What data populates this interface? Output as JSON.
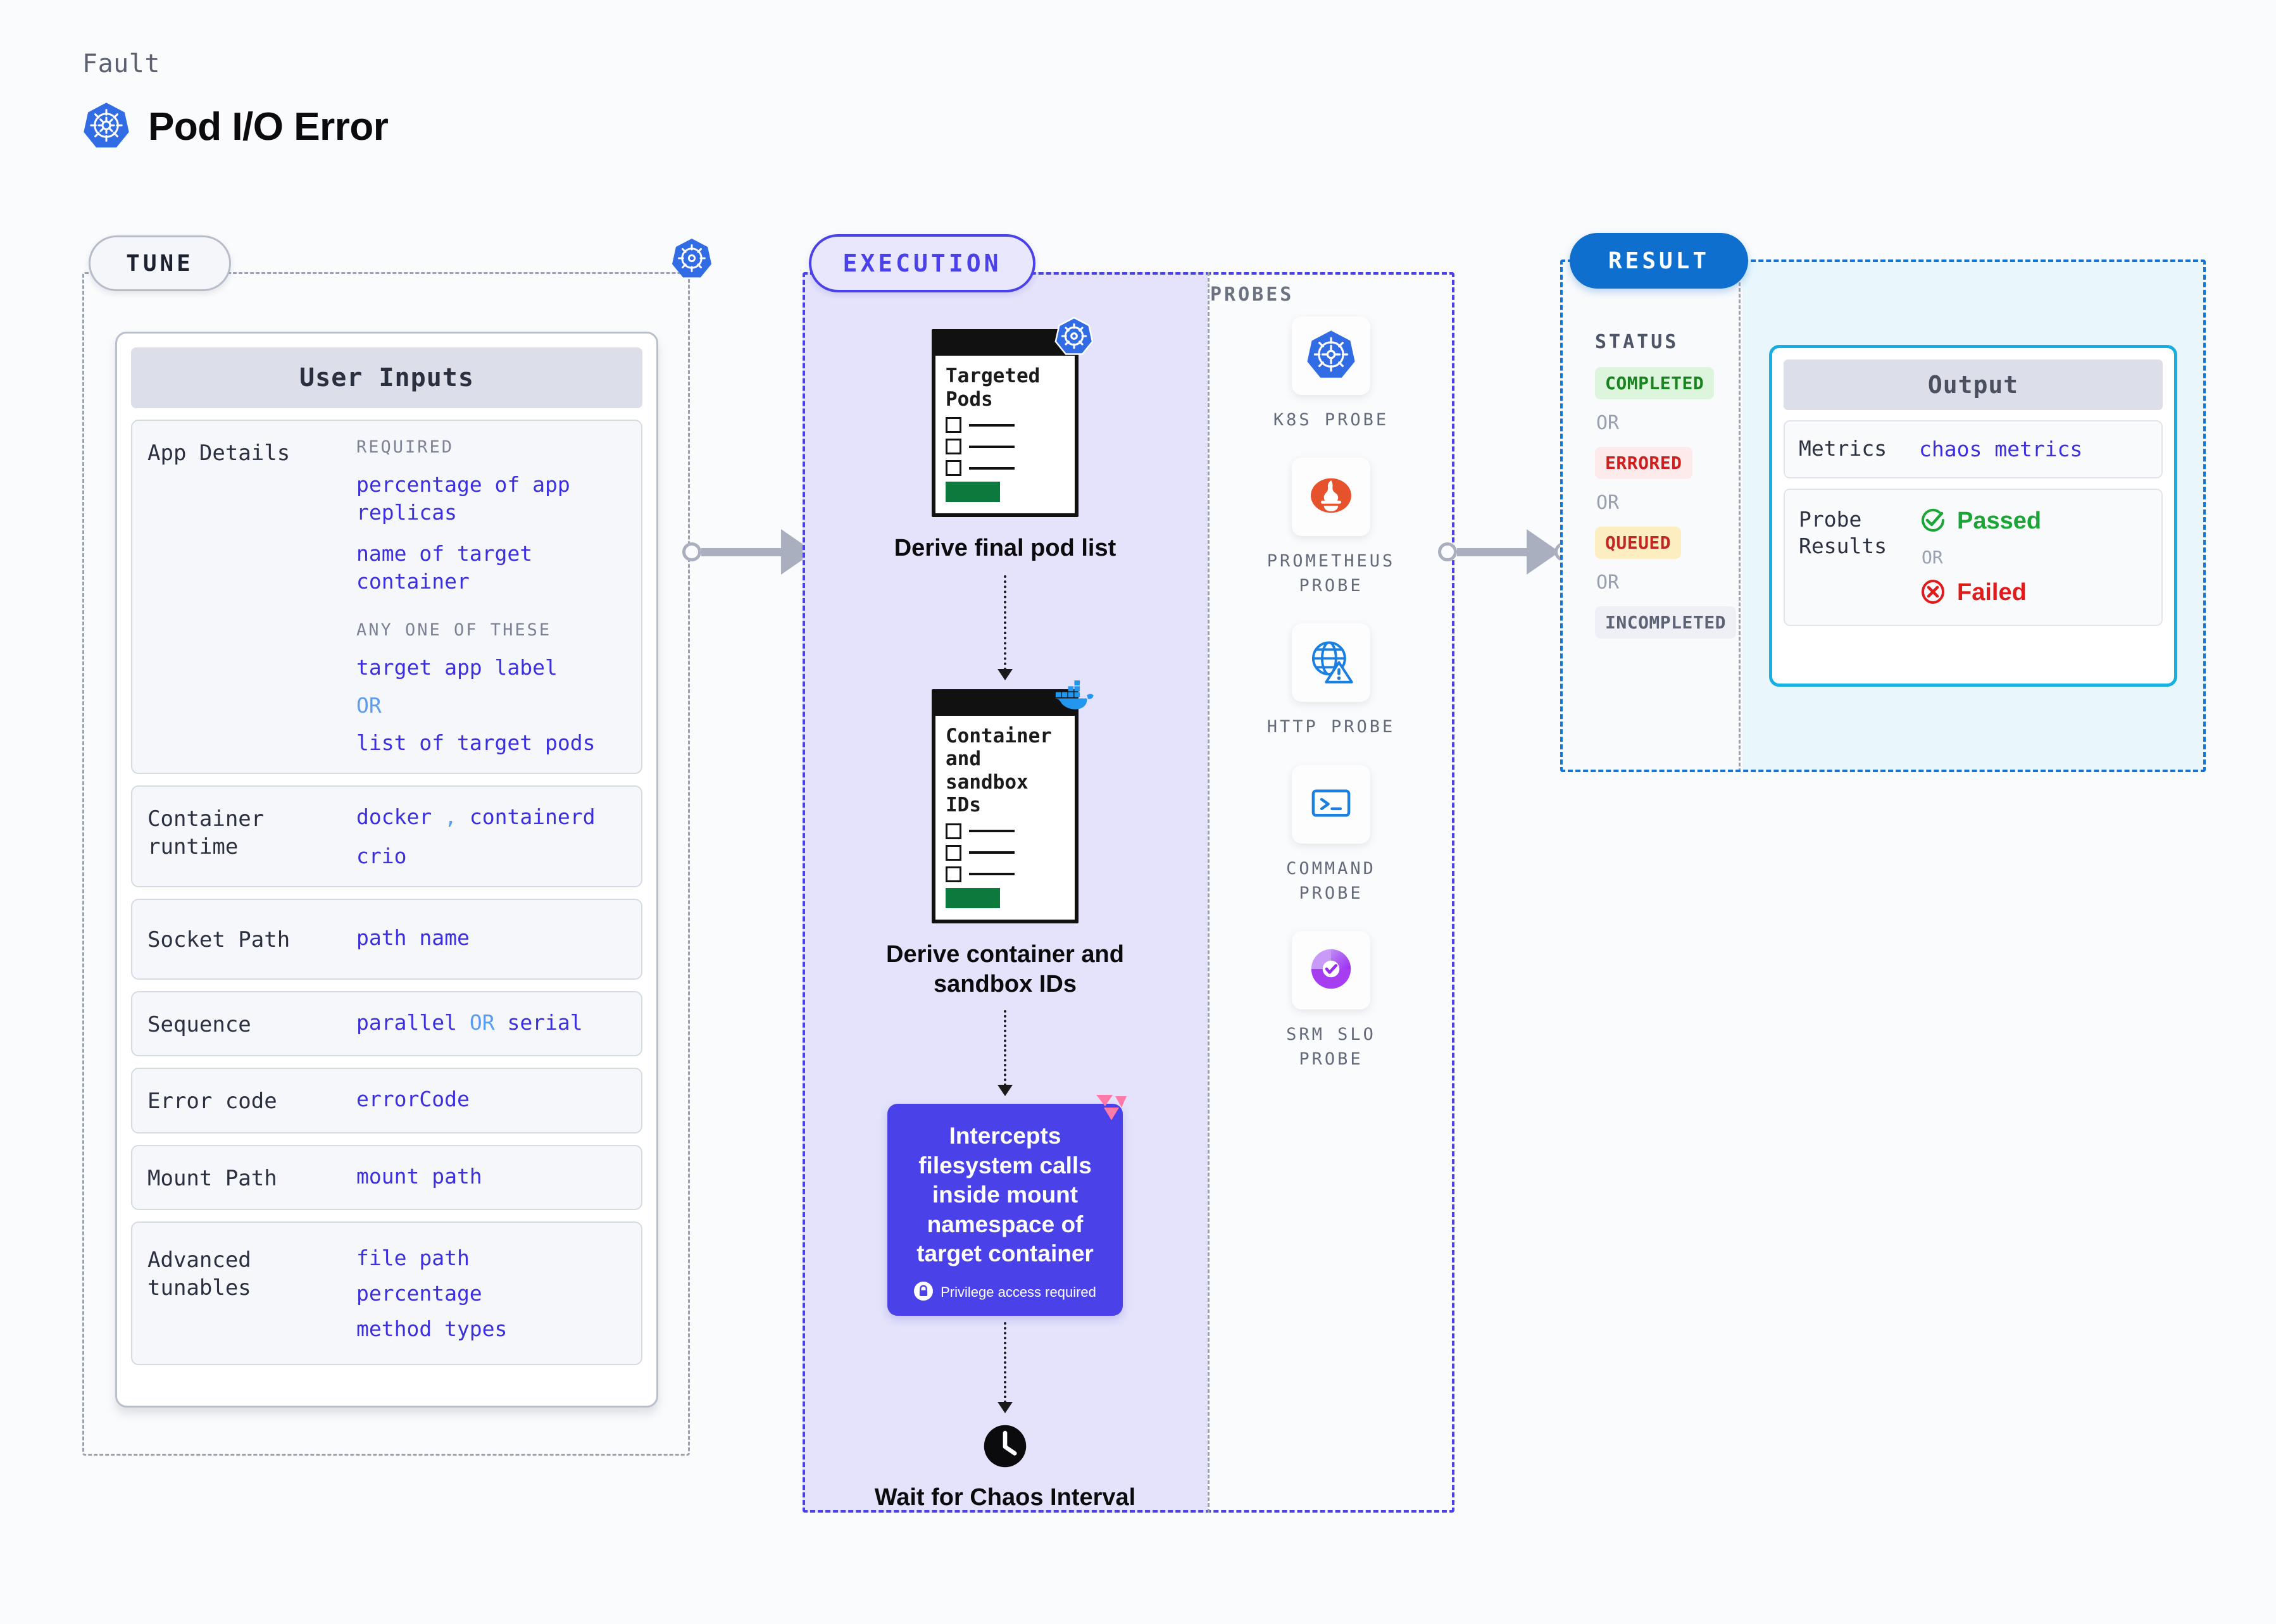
{
  "header": {
    "eyebrow": "Fault",
    "title": "Pod I/O Error",
    "icon": "kubernetes-icon"
  },
  "tune": {
    "pill_label": "TUNE",
    "card_title": "User Inputs",
    "rows": [
      {
        "label": "App Details",
        "groups": [
          {
            "head": "REQUIRED",
            "values": [
              "percentage of app replicas",
              "name of target container"
            ]
          },
          {
            "head": "ANY ONE OF THESE",
            "values": [
              "target app label",
              "OR",
              "list of target pods"
            ]
          }
        ]
      },
      {
        "label": "Container runtime",
        "values": [
          "docker",
          ",",
          "containerd",
          "crio"
        ]
      },
      {
        "label": "Socket Path",
        "values": [
          "path name"
        ]
      },
      {
        "label": "Sequence",
        "values": [
          "parallel",
          "OR",
          "serial"
        ]
      },
      {
        "label": "Error code",
        "values": [
          "errorCode"
        ]
      },
      {
        "label": "Mount Path",
        "values": [
          "mount path"
        ]
      },
      {
        "label": "Advanced tunables",
        "values": [
          "file path",
          "percentage",
          "method types"
        ]
      }
    ]
  },
  "execution": {
    "pill_label": "EXECUTION",
    "steps": [
      {
        "card_title": "Targeted Pods",
        "badge_icon": "kubernetes-icon",
        "caption": "Derive final pod list"
      },
      {
        "card_title": "Container and sandbox IDs",
        "badge_icon": "docker-icon",
        "caption": "Derive container and sandbox IDs"
      }
    ],
    "action_node": {
      "text": "Intercepts filesystem calls inside mount namespace of target container",
      "note": "Privilege access required",
      "note_icon": "lock-icon",
      "corner_icon": "litmus-icon",
      "color": "#4b41e8"
    },
    "wait_node": {
      "icon": "clock-icon",
      "caption": "Wait for Chaos Interval"
    }
  },
  "probes": {
    "label": "PROBES",
    "items": [
      {
        "name": "K8S PROBE",
        "icon": "kubernetes-icon"
      },
      {
        "name": "PROMETHEUS PROBE",
        "icon": "prometheus-icon"
      },
      {
        "name": "HTTP PROBE",
        "icon": "globe-warning-icon"
      },
      {
        "name": "COMMAND PROBE",
        "icon": "terminal-icon"
      },
      {
        "name": "SRM SLO PROBE",
        "icon": "slo-donut-icon"
      }
    ]
  },
  "result": {
    "pill_label": "RESULT",
    "status_label": "STATUS",
    "or_label": "OR",
    "statuses": [
      {
        "label": "COMPLETED",
        "style": "completed"
      },
      {
        "label": "ERRORED",
        "style": "errored"
      },
      {
        "label": "QUEUED",
        "style": "queued"
      },
      {
        "label": "INCOMPLETED",
        "style": "incomplete"
      }
    ],
    "output": {
      "title": "Output",
      "metrics_label": "Metrics",
      "metrics_value": "chaos metrics",
      "probe_results_label": "Probe Results",
      "passed_label": "Passed",
      "failed_label": "Failed",
      "or_label": "OR"
    }
  },
  "colors": {
    "accent_purple": "#4b41e8",
    "accent_blue": "#0f6fcf",
    "k8s_blue": "#326ce5",
    "pass_green": "#1aa636",
    "fail_red": "#e01b1b",
    "cyan_border": "#18aee0"
  }
}
